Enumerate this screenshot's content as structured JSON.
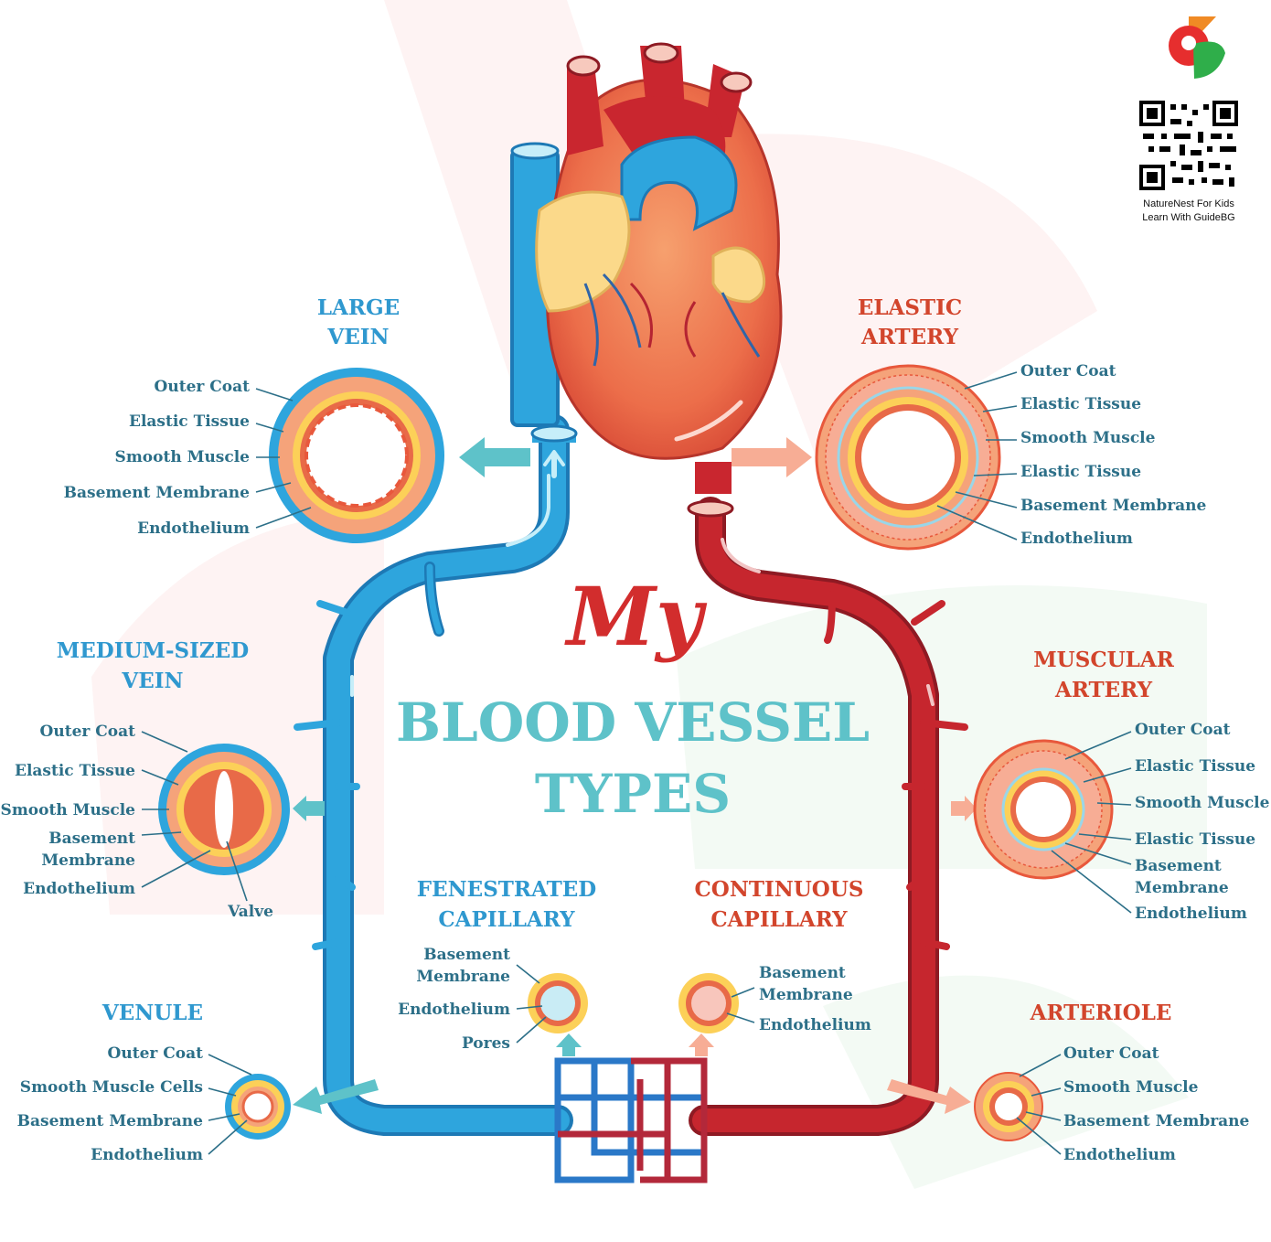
{
  "title": {
    "my": "My",
    "line1": "BLOOD VESSEL",
    "line2": "TYPES"
  },
  "branding": {
    "line1": "NatureNest For Kids",
    "line2": "Learn With GuideBG"
  },
  "colors": {
    "vein_blue": "#29a3da",
    "artery_red": "#c6262e",
    "title_teal": "#5ec2c9",
    "label_text": "#2c6f88",
    "vein_heading": "#2f98cf",
    "artery_heading": "#d2452c"
  },
  "vessels": {
    "large_vein": {
      "title": [
        "LARGE",
        "VEIN"
      ],
      "labels": [
        "Outer Coat",
        "Elastic Tissue",
        "Smooth Muscle",
        "Basement Membrane",
        "Endothelium"
      ]
    },
    "medium_vein": {
      "title": [
        "MEDIUM-SIZED",
        "VEIN"
      ],
      "labels": [
        "Outer Coat",
        "Elastic Tissue",
        "Smooth Muscle",
        "Basement",
        "Membrane",
        "Endothelium",
        "Valve"
      ]
    },
    "venule": {
      "title": [
        "VENULE"
      ],
      "labels": [
        "Outer Coat",
        "Smooth Muscle Cells",
        "Basement Membrane",
        "Endothelium"
      ]
    },
    "fenestrated_capillary": {
      "title": [
        "FENESTRATED",
        "CAPILLARY"
      ],
      "labels": [
        "Basement",
        "Membrane",
        "Endothelium",
        "Pores"
      ]
    },
    "continuous_capillary": {
      "title": [
        "CONTINUOUS",
        "CAPILLARY"
      ],
      "labels": [
        "Basement",
        "Membrane",
        "Endothelium"
      ]
    },
    "elastic_artery": {
      "title": [
        "ELASTIC",
        "ARTERY"
      ],
      "labels": [
        "Outer Coat",
        "Elastic Tissue",
        "Smooth Muscle",
        "Elastic Tissue",
        "Basement Membrane",
        "Endothelium"
      ]
    },
    "muscular_artery": {
      "title": [
        "MUSCULAR",
        "ARTERY"
      ],
      "labels": [
        "Outer Coat",
        "Elastic Tissue",
        "Smooth Muscle",
        "Elastic Tissue",
        "Basement",
        "Membrane",
        "Endothelium"
      ]
    },
    "arteriole": {
      "title": [
        "ARTERIOLE"
      ],
      "labels": [
        "Outer Coat",
        "Smooth Muscle",
        "Basement Membrane",
        "Endothelium"
      ]
    }
  }
}
